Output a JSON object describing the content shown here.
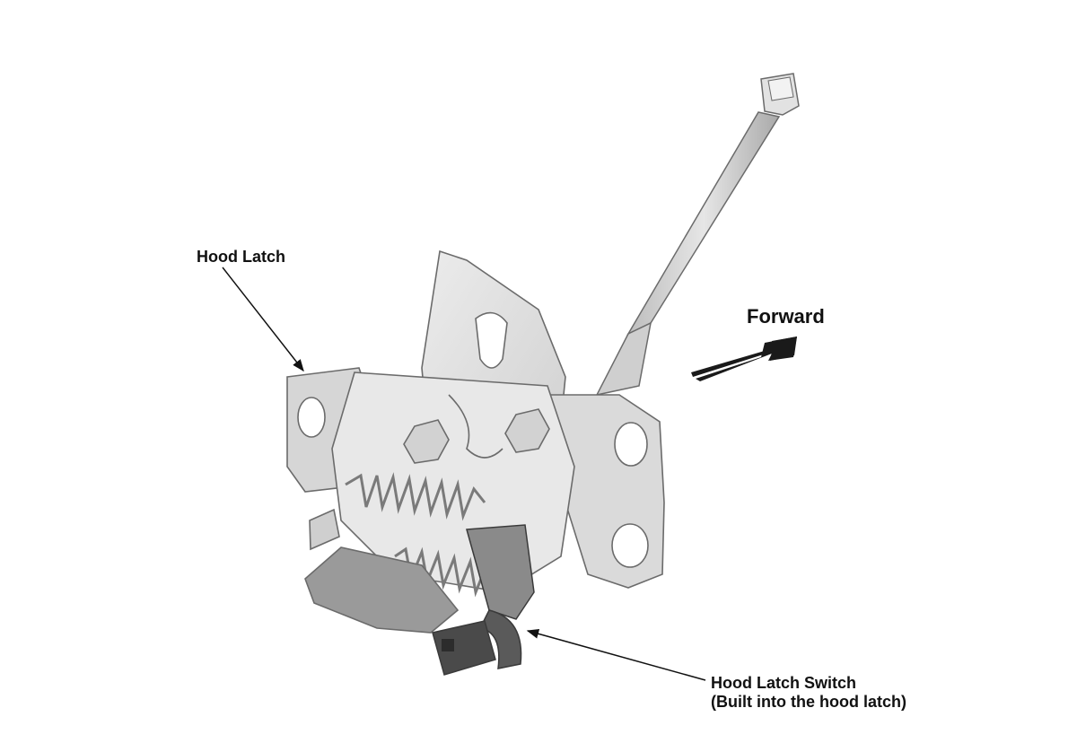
{
  "labels": {
    "hood_latch": "Hood Latch",
    "forward": "Forward",
    "hood_latch_switch_line1": "Hood Latch Switch",
    "hood_latch_switch_line2": "(Built into the hood latch)"
  },
  "colors": {
    "background": "#ffffff",
    "part_light": "#e4e4e4",
    "part_mid": "#c9c9c9",
    "part_dark": "#9a9a9a",
    "outline": "#6b6b6b",
    "leader": "#111111",
    "connector": "#4a4a4a"
  }
}
